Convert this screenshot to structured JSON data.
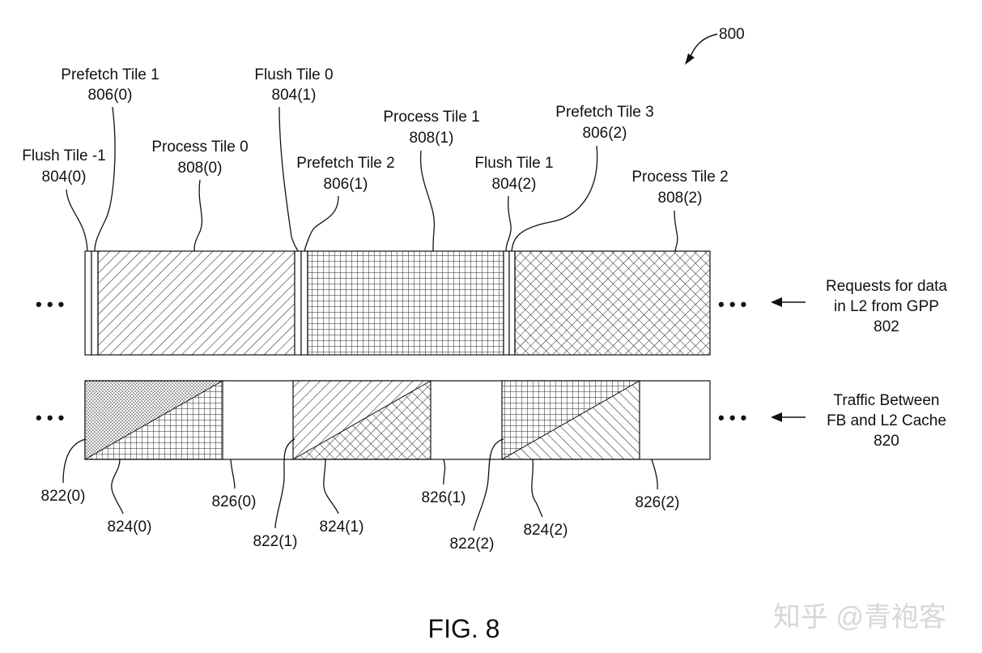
{
  "figure_number": "800",
  "caption": "FIG. 8",
  "watermark": "知乎 @青袍客",
  "ellipsis": "• • •",
  "top_labels": [
    {
      "key": "flush_m1",
      "name": "Flush Tile -1",
      "ref": "804(0)"
    },
    {
      "key": "prefetch1",
      "name": "Prefetch Tile 1",
      "ref": "806(0)"
    },
    {
      "key": "process0",
      "name": "Process Tile 0",
      "ref": "808(0)"
    },
    {
      "key": "flush0",
      "name": "Flush Tile 0",
      "ref": "804(1)"
    },
    {
      "key": "prefetch2",
      "name": "Prefetch Tile 2",
      "ref": "806(1)"
    },
    {
      "key": "process1",
      "name": "Process Tile 1",
      "ref": "808(1)"
    },
    {
      "key": "flush1",
      "name": "Flush Tile 1",
      "ref": "804(2)"
    },
    {
      "key": "prefetch3",
      "name": "Prefetch Tile 3",
      "ref": "806(2)"
    },
    {
      "key": "process2",
      "name": "Process Tile 2",
      "ref": "808(2)"
    }
  ],
  "right_labels": {
    "requests": [
      "Requests for data",
      "in L2 from GPP",
      "802"
    ],
    "traffic": [
      "Traffic Between",
      "FB and L2 Cache",
      "820"
    ]
  },
  "bottom_labels": [
    "822(0)",
    "824(0)",
    "826(0)",
    "822(1)",
    "824(1)",
    "826(1)",
    "822(2)",
    "824(2)",
    "826(2)"
  ]
}
